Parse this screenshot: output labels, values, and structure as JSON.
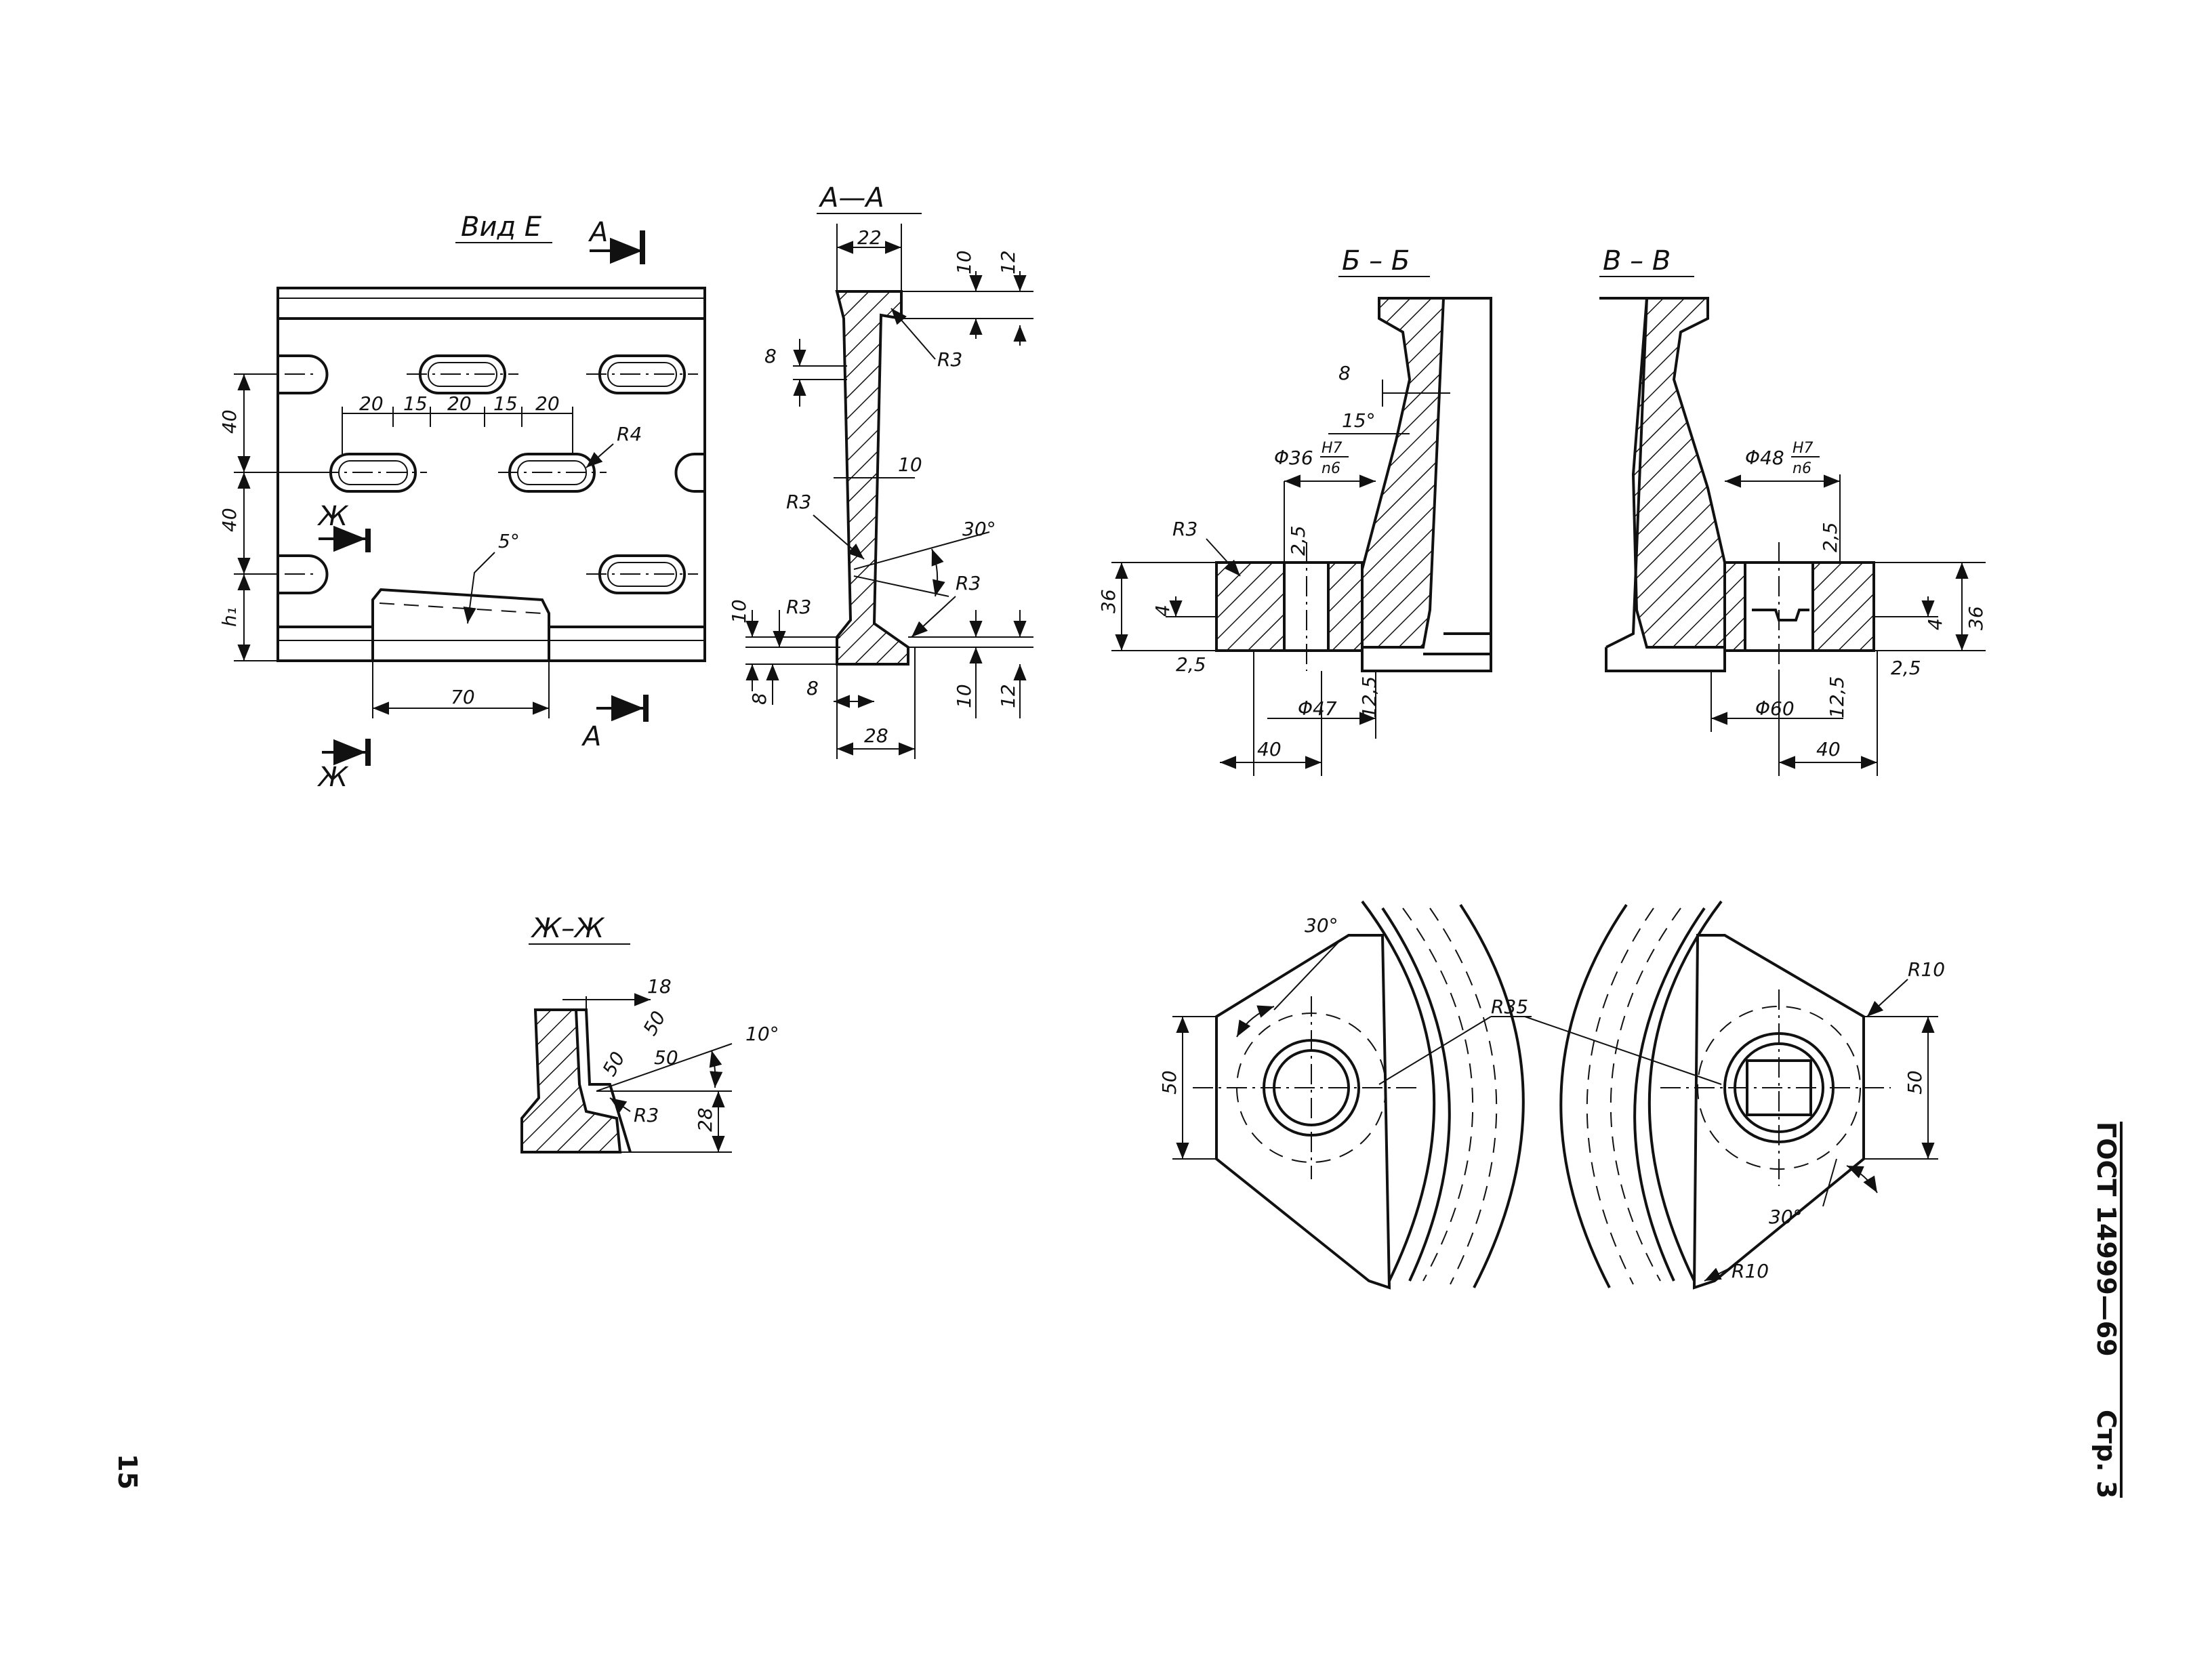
{
  "views": {
    "vid_e": "Вид Е",
    "aa": "А—А",
    "bb": "Б – Б",
    "vv": "В – В",
    "zhzh": "Ж–Ж"
  },
  "cut_marks": {
    "a": "А",
    "zh": "Ж"
  },
  "vid_e_dims": {
    "d40a": "40",
    "d40b": "40",
    "h1": "h₁",
    "s20a": "20",
    "s15a": "15",
    "s20b": "20",
    "s15b": "15",
    "s20c": "20",
    "r4": "R4",
    "ang5": "5°",
    "d70": "70"
  },
  "aa_dims": {
    "d22": "22",
    "d10t": "10",
    "d12t": "12",
    "d8l": "8",
    "r3t": "R3",
    "d10m": "10",
    "r3m": "R3",
    "ang30": "30°",
    "r3r": "R3",
    "d10l": "10",
    "r3l": "R3",
    "d8b1": "8",
    "d8b2": "8",
    "d10b": "10",
    "d12b": "12",
    "d28": "28"
  },
  "bb_dims": {
    "d8": "8",
    "ang15": "15°",
    "phi36": "Φ36",
    "fit_num": "H7",
    "fit_den": "n6",
    "r3": "R3",
    "d25t": "2,5",
    "d36": "36",
    "d4": "4",
    "d25b": "2,5",
    "phi47": "Φ47",
    "d125": "12,5",
    "d40": "40"
  },
  "vv_dims": {
    "phi48": "Φ48",
    "fit_num": "H7",
    "fit_den": "n6",
    "d25t": "2,5",
    "d4": "4",
    "d36": "36",
    "d25b": "2,5",
    "phi60": "Φ60",
    "d125": "12,5",
    "d40": "40"
  },
  "zhzh_dims": {
    "d18": "18",
    "d50a": "50",
    "d50b": "50",
    "d50c": "50",
    "ang10": "10°",
    "r3": "R3",
    "d28": "28"
  },
  "plan_dims": {
    "ang30l": "30°",
    "r35": "R35",
    "d50l": "50",
    "r10t": "R10",
    "d50r": "50",
    "ang30r": "30°",
    "r10b": "R10"
  },
  "side_label": {
    "standard": "ГОСТ 14999—69",
    "page": "Стр. 3"
  },
  "page_number": "15"
}
